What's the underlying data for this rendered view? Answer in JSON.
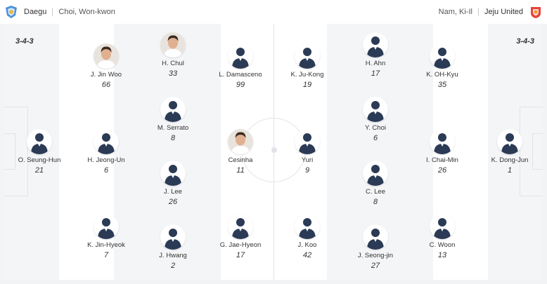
{
  "home": {
    "name": "Daegu",
    "coach": "Choi, Won-kwon",
    "formation": "3-4-3",
    "colors": {
      "crest": "#4a90d9",
      "kit": "#2b3a55"
    },
    "players": [
      {
        "name": "O. Seung-Hun",
        "number": "21",
        "photo": "silhouette-icon"
      },
      {
        "name": "J. Jin Woo",
        "number": "66",
        "photo": "player-photo"
      },
      {
        "name": "H. Jeong-Un",
        "number": "6",
        "photo": "silhouette-icon"
      },
      {
        "name": "K. Jin-Hyeok",
        "number": "7",
        "photo": "silhouette-icon"
      },
      {
        "name": "H. Chul",
        "number": "33",
        "photo": "player-photo"
      },
      {
        "name": "M. Serrato",
        "number": "8",
        "photo": "silhouette-icon"
      },
      {
        "name": "J. Lee",
        "number": "26",
        "photo": "silhouette-icon"
      },
      {
        "name": "J. Hwang",
        "number": "2",
        "photo": "silhouette-icon"
      },
      {
        "name": "L. Damasceno",
        "number": "99",
        "photo": "silhouette-icon"
      },
      {
        "name": "Cesinha",
        "number": "11",
        "photo": "player-photo"
      },
      {
        "name": "G. Jae-Hyeon",
        "number": "17",
        "photo": "silhouette-icon"
      }
    ]
  },
  "away": {
    "name": "Jeju United",
    "coach": "Nam, Ki-Il",
    "formation": "3-4-3",
    "colors": {
      "crest": "#e2453c",
      "kit": "#2b3a55"
    },
    "players": [
      {
        "name": "K. Ju-Kong",
        "number": "19",
        "photo": "silhouette-icon"
      },
      {
        "name": "Yuri",
        "number": "9",
        "photo": "silhouette-icon"
      },
      {
        "name": "J. Koo",
        "number": "42",
        "photo": "silhouette-icon"
      },
      {
        "name": "H. Ahn",
        "number": "17",
        "photo": "silhouette-icon"
      },
      {
        "name": "Y. Choi",
        "number": "6",
        "photo": "silhouette-icon"
      },
      {
        "name": "C. Lee",
        "number": "8",
        "photo": "silhouette-icon"
      },
      {
        "name": "J. Seong-jin",
        "number": "27",
        "photo": "silhouette-icon"
      },
      {
        "name": "K. OH-Kyu",
        "number": "35",
        "photo": "silhouette-icon"
      },
      {
        "name": "I. Chai-Min",
        "number": "26",
        "photo": "silhouette-icon"
      },
      {
        "name": "C. Woon",
        "number": "13",
        "photo": "silhouette-icon"
      },
      {
        "name": "K. Dong-Jun",
        "number": "1",
        "photo": "silhouette-icon"
      }
    ]
  },
  "pitch": {
    "colors": {
      "light": "#f4f5f7",
      "stripe": "#ffffff",
      "lines": "#e1e3e7"
    }
  }
}
